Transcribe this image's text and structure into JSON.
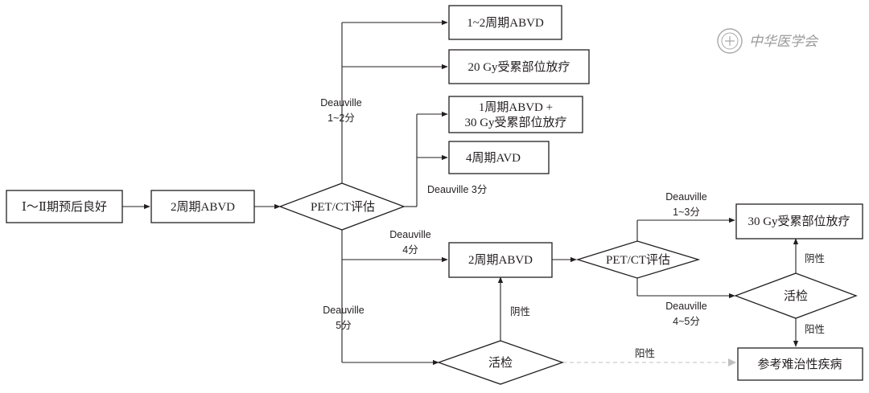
{
  "nodes": {
    "start": "Ⅰ～Ⅱ期预后良好",
    "abvd_2cycles": "2周期ABVD",
    "pet_ct_1": "PET/CT评估",
    "abvd_1_2": "1~2周期ABVD",
    "rt_20gy": "20 Gy受累部位放疗",
    "combo_line1": "1周期ABVD +",
    "combo_line2": "30 Gy受累部位放疗",
    "avd_4": "4周期AVD",
    "abvd_2cycles_b": "2周期ABVD",
    "pet_ct_2": "PET/CT评估",
    "rt_30gy": "30 Gy受累部位放疗",
    "biopsy_1": "活检",
    "biopsy_2": "活检",
    "refractory": "参考难治性疾病"
  },
  "edge_labels": {
    "deauville_1_2_a": "Deauville",
    "deauville_1_2_b": "1~2分",
    "deauville_3": "Deauville 3分",
    "deauville_4_a": "Deauville",
    "deauville_4_b": "4分",
    "deauville_5_a": "Deauville",
    "deauville_5_b": "5分",
    "deauville_1_3_a": "Deauville",
    "deauville_1_3_b": "1~3分",
    "deauville_4_5_a": "Deauville",
    "deauville_4_5_b": "4~5分",
    "negative_1": "阴性",
    "negative_2": "阴性",
    "positive_1": "阳性",
    "positive_2": "阳性"
  },
  "watermark": "中华医学会"
}
